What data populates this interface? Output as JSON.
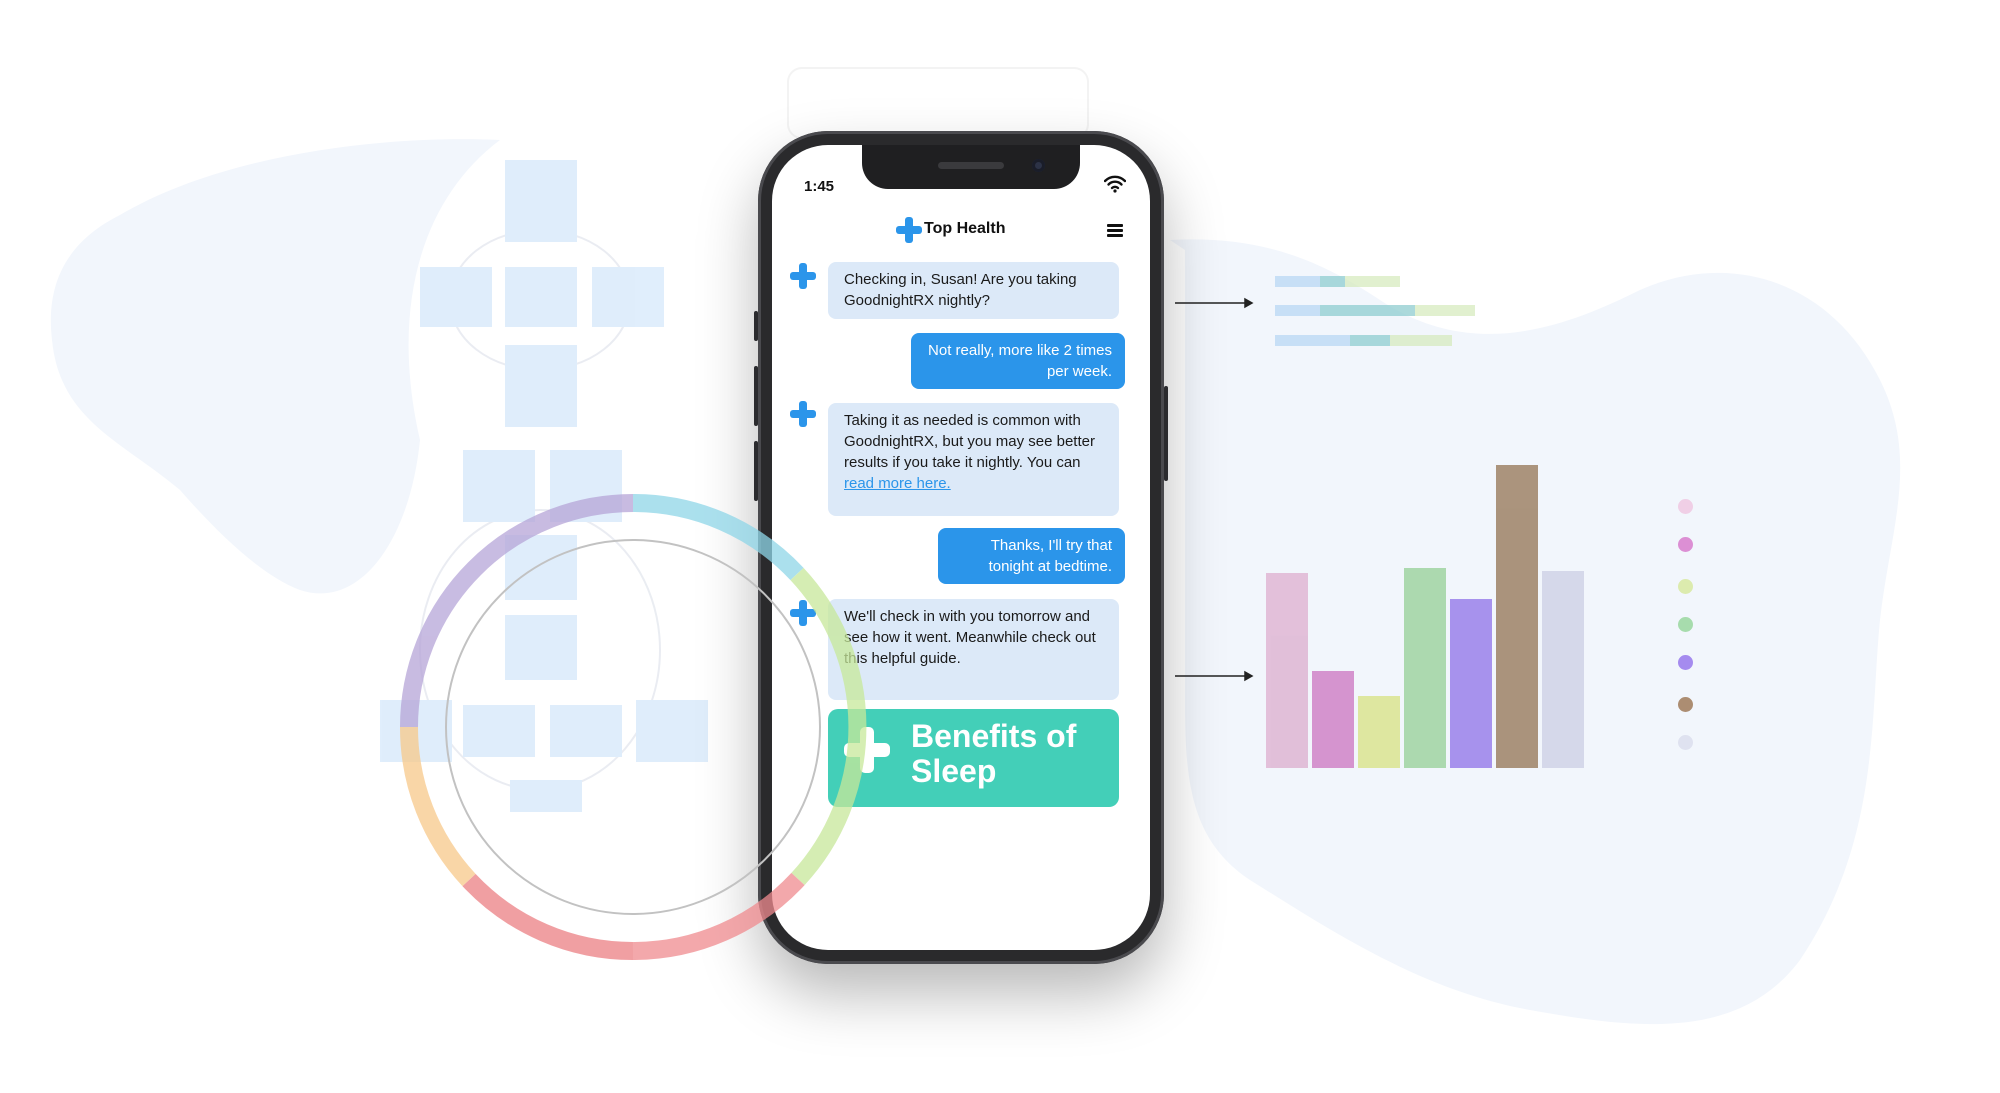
{
  "status_bar": {
    "time": "1:45"
  },
  "header": {
    "title": "Top Health"
  },
  "messages": [
    {
      "sender": "bot",
      "text": "Checking in, Susan! Are you taking GoodnightRX nightly?"
    },
    {
      "sender": "user",
      "text": "Not really, more like 2 times per week."
    },
    {
      "sender": "bot",
      "text": "Taking it as needed is common with GoodnightRX, but you may see better results if you take it nightly. You can ",
      "link_text": "read more here."
    },
    {
      "sender": "user",
      "text": "Thanks, I'll try that tonight at bedtime."
    },
    {
      "sender": "bot",
      "text": "We'll check in with you tomorrow and see how it went. Meanwhile check out this helpful guide."
    }
  ],
  "guide_card": {
    "title": "Benefits of Sleep"
  },
  "colors": {
    "brand_blue": "#2b95ea",
    "bot_bubble": "#dce9f8",
    "guide_card": "#43cfb8"
  },
  "chart_data": [
    {
      "type": "bar",
      "categories": [
        "",
        "",
        "",
        "",
        "",
        "",
        ""
      ],
      "values": [
        195,
        97,
        72,
        200,
        169,
        303,
        197
      ],
      "colors": [
        "#e1bdd8",
        "#d48fcd",
        "#dde79c",
        "#a9d8ab",
        "#a48ded",
        "#a78e76",
        "#d4d7ea"
      ],
      "title": "",
      "xlabel": "",
      "ylabel": "",
      "grid": false
    }
  ]
}
